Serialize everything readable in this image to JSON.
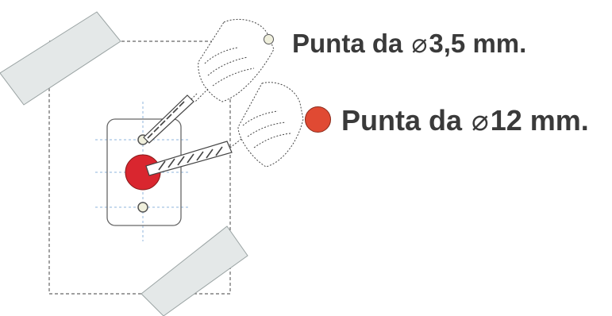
{
  "colors": {
    "small_hole": "#efefdc",
    "large_hole": "#d9262f",
    "legend_large": "#e04a33",
    "tape": "#e4e8e8",
    "outline": "#555555",
    "guide": "#8fb6dd"
  },
  "legend": [
    {
      "prefix": "Punta da",
      "symbol": "⌀",
      "value": "3,5 mm.",
      "icon": "small-drill-bit-dot"
    },
    {
      "prefix": "Punta da",
      "symbol": "⌀",
      "value": "12 mm.",
      "icon": "large-drill-bit-dot"
    }
  ]
}
